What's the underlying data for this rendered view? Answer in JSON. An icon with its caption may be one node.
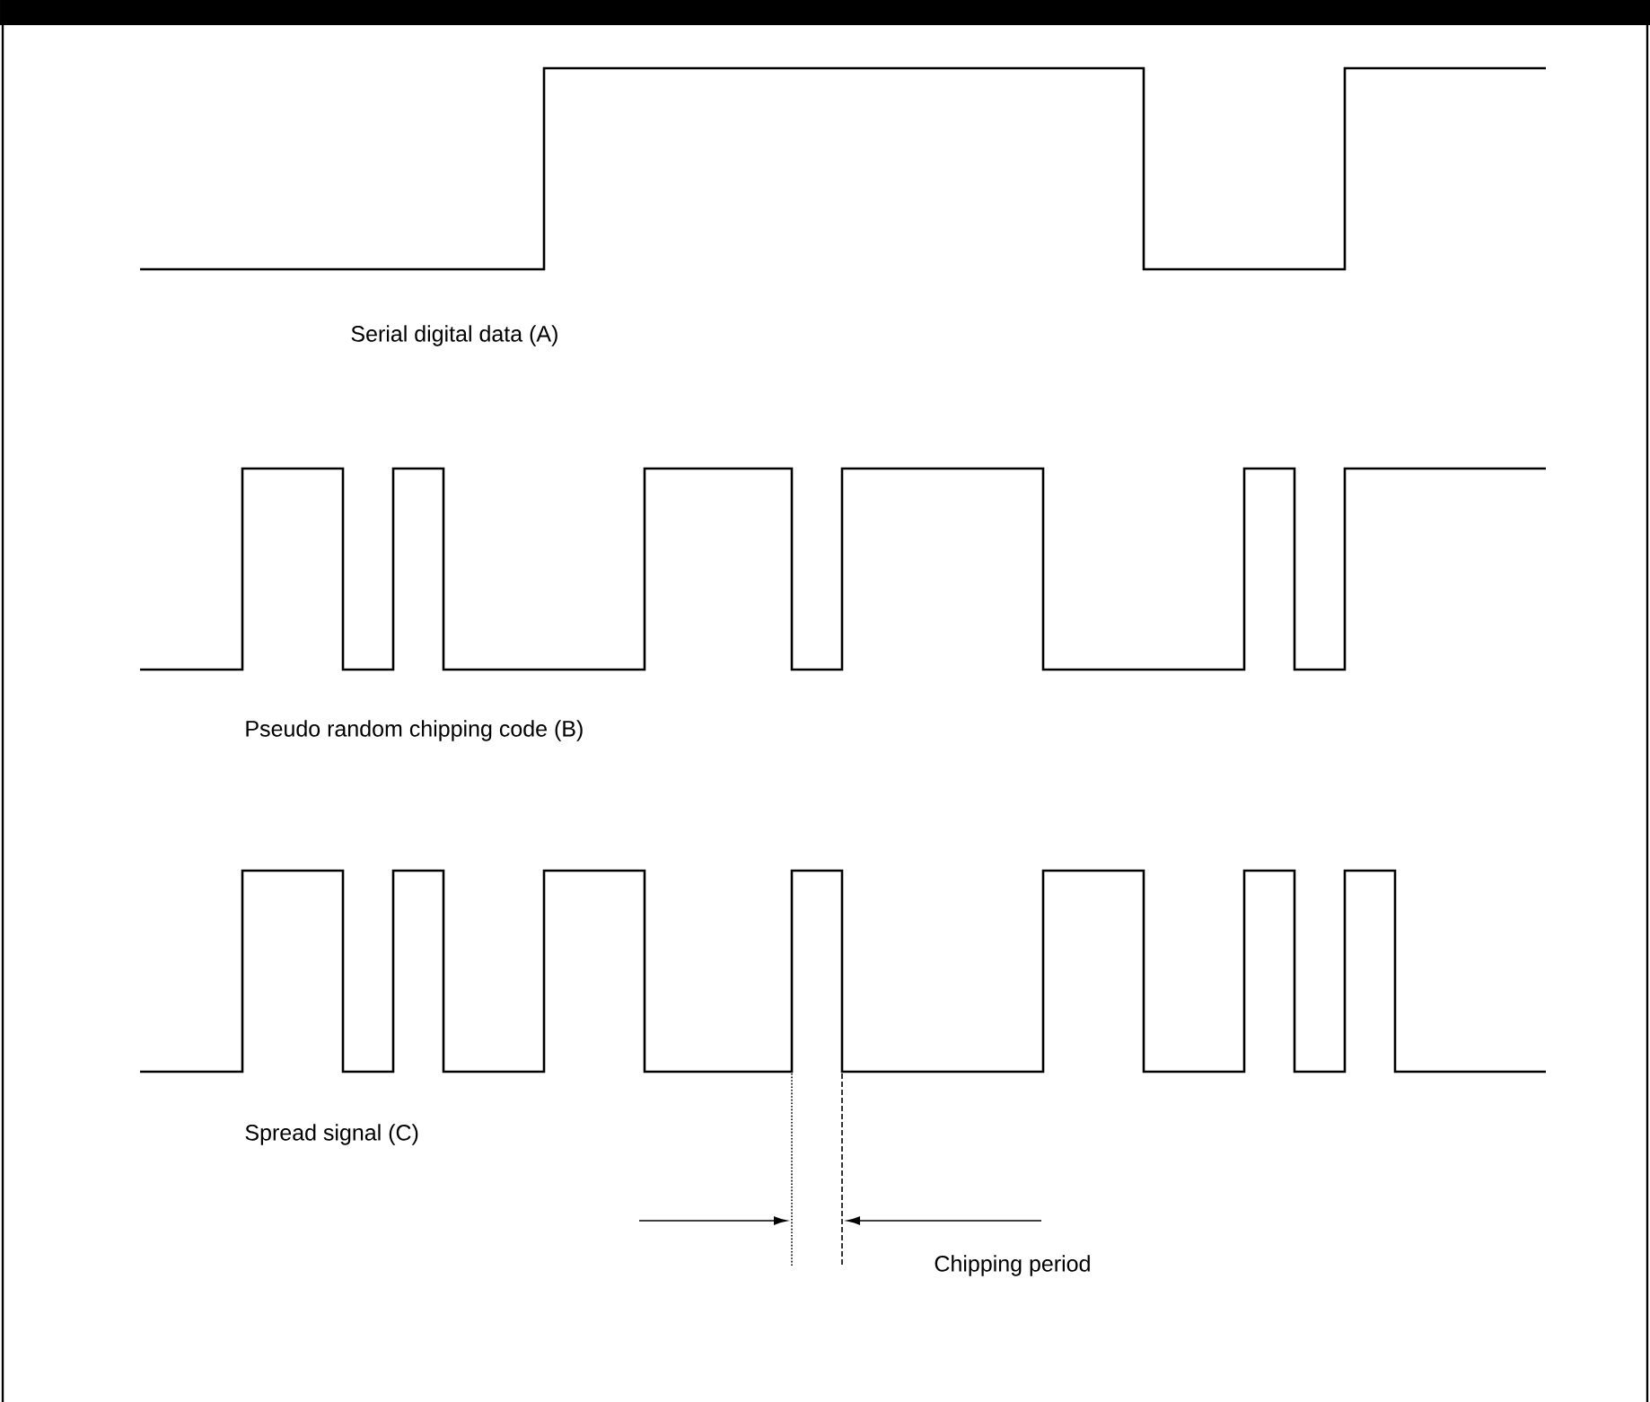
{
  "diagram": {
    "labels": [
      "Serial digital data (A)",
      "Pseudo random chipping code (B)",
      "Spread signal (C)",
      "Chipping period"
    ]
  }
}
